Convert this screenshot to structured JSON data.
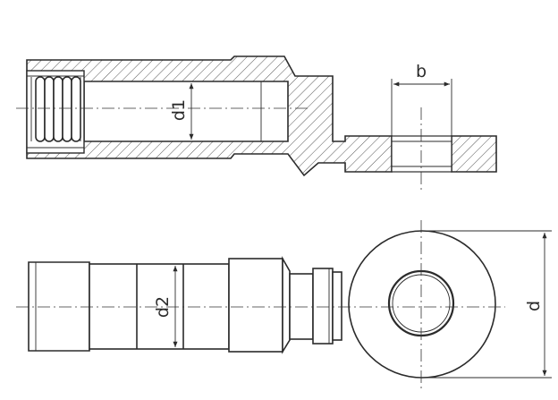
{
  "diagram": {
    "type": "technical-drawing",
    "views": [
      "section-view",
      "plan-view"
    ],
    "dimension_labels": {
      "d1": "d1",
      "b": "b",
      "d2": "d2",
      "d": "d"
    }
  }
}
